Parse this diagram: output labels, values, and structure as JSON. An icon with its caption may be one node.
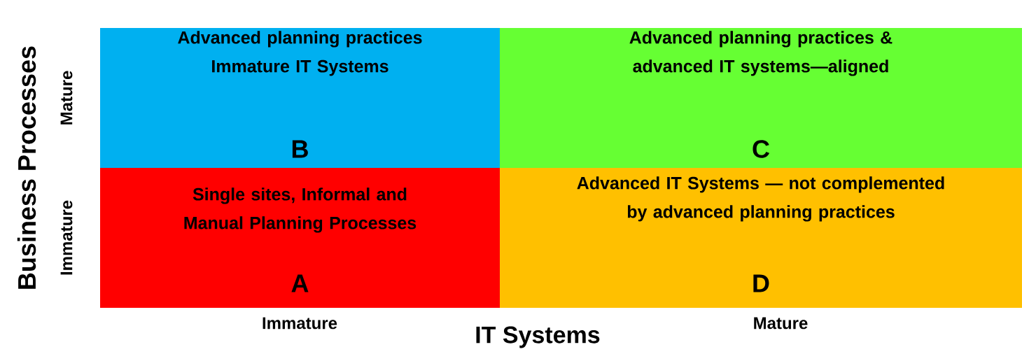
{
  "diagram": {
    "nodes": [
      {
        "text": [
          "Advanced planning practices Immature IT Systems",
          "B"
        ]
      },
      {
        "text": [
          "Advanced planning practices & advanced IT systems—aligned",
          "C"
        ]
      },
      {
        "text": [
          "Single sites, Informal and Manual Planning Processes",
          "A"
        ]
      },
      {
        "text": [
          "Advanced IT Systems — not complemented by advanced planning practices",
          "D"
        ]
      }
    ],
    "labels": [
      "Business Processes",
      "Mature",
      "Immature",
      "Immature",
      "Mature",
      "IT Systems"
    ]
  }
}
